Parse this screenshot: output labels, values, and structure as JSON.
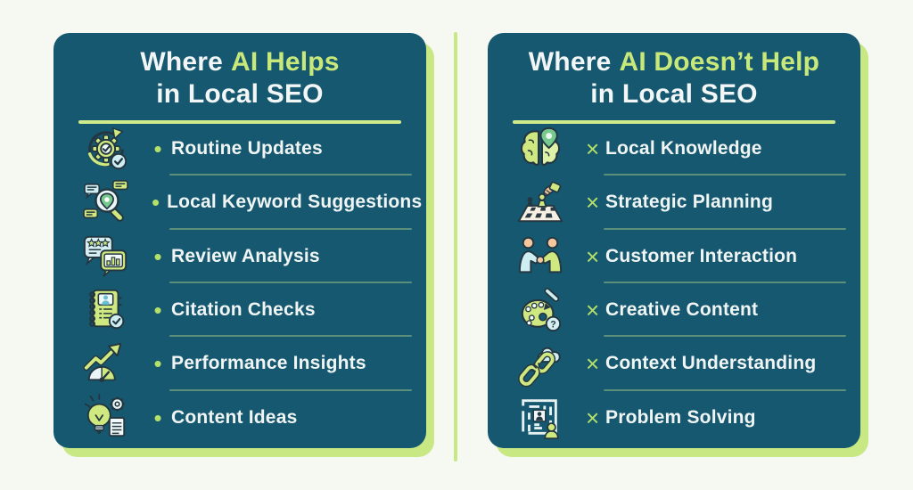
{
  "theme": {
    "page_background": "#f6f8f2",
    "card_background": "#155870",
    "accent_lime": "#c8e884",
    "title_highlight": "#c9e87a",
    "underline": "#cfeb8c",
    "marker_green": "#b5e069",
    "text_white": "#f0f5f4"
  },
  "divider": {
    "name": "vertical-divider"
  },
  "cards": [
    {
      "id": "ai-helps",
      "title": {
        "prefix": "Where",
        "highlight": "AI Helps",
        "line2": "in Local SEO"
      },
      "marker": "•",
      "items": [
        {
          "icon": "routine-updates-icon",
          "label": "Routine Updates"
        },
        {
          "icon": "keyword-search-icon",
          "label": "Local Keyword Suggestions"
        },
        {
          "icon": "review-analysis-icon",
          "label": "Review Analysis"
        },
        {
          "icon": "citation-checks-icon",
          "label": "Citation Checks"
        },
        {
          "icon": "performance-insights-icon",
          "label": "Performance Insights"
        },
        {
          "icon": "content-ideas-icon",
          "label": "Content Ideas"
        }
      ]
    },
    {
      "id": "ai-doesnt-help",
      "title": {
        "prefix": "Where",
        "highlight": "AI Doesn’t Help",
        "line2": "in Local SEO"
      },
      "marker": "×",
      "items": [
        {
          "icon": "brain-pin-icon",
          "label": "Local Knowledge"
        },
        {
          "icon": "chess-strategy-icon",
          "label": "Strategic Planning"
        },
        {
          "icon": "handshake-icon",
          "label": "Customer Interaction"
        },
        {
          "icon": "palette-icon",
          "label": "Creative Content"
        },
        {
          "icon": "broken-chain-icon",
          "label": "Context Understanding"
        },
        {
          "icon": "maze-icon",
          "label": "Problem Solving"
        }
      ]
    }
  ]
}
